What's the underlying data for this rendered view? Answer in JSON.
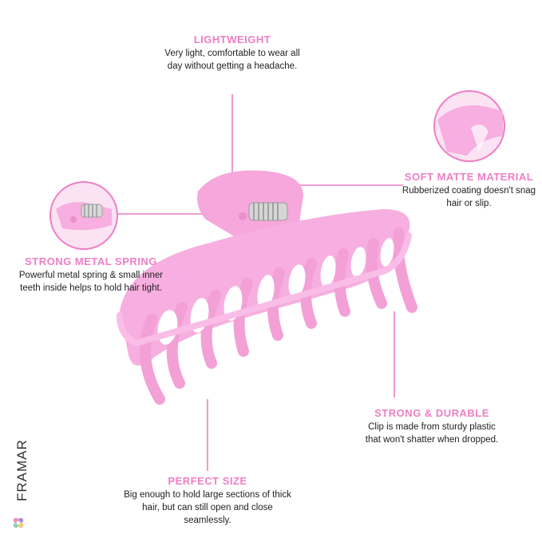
{
  "callouts": {
    "lightweight": {
      "title": "LIGHTWEIGHT",
      "body": "Very light, comfortable to wear all day without getting a headache."
    },
    "soft_matte": {
      "title": "SOFT MATTE MATERIAL",
      "body": "Rubberized coating doesn't snag hair or slip."
    },
    "metal_spring": {
      "title": "STRONG METAL SPRING",
      "body": "Powerful metal spring & small inner teeth inside helps to hold hair tight."
    },
    "durable": {
      "title": "STRONG & DURABLE",
      "body": "Clip is made from sturdy plastic that won't shatter when dropped."
    },
    "size": {
      "title": "PERFECT SIZE",
      "body": "Big enough to hold large sections of thick hair, but can still open and close seamlessly."
    }
  },
  "brand": {
    "name": "FRAMAR"
  },
  "colors": {
    "accent": "#ee7ec6",
    "clip": "#f7aee0",
    "clip_shadow": "#e98fcd",
    "text": "#1f1f1f"
  },
  "icons": [
    "framar-logo-icon"
  ]
}
